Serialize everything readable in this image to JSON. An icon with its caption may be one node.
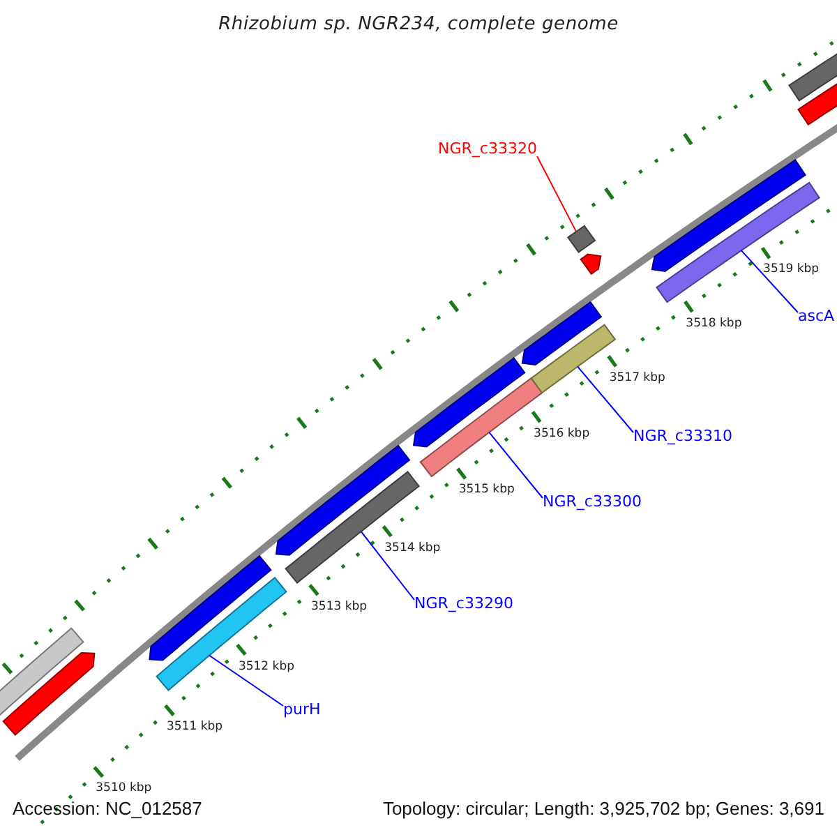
{
  "diagram": {
    "title": "Rhizobium sp. NGR234, complete genome",
    "nodes": [
      {
        "text": [
          "NGR_c33320"
        ]
      },
      {
        "text": [
          "ascA"
        ]
      },
      {
        "text": [
          "NGR_c33310"
        ]
      },
      {
        "text": [
          "NGR_c33300"
        ]
      },
      {
        "text": [
          "NGR_c33290"
        ]
      },
      {
        "text": [
          "purH"
        ]
      },
      {
        "text": [],
        "shape": "bar"
      },
      {
        "text": [],
        "shape": "bar"
      },
      {
        "text": [],
        "shape": "bar"
      },
      {
        "text": [],
        "shape": "bar"
      },
      {
        "text": [],
        "shape": "box"
      },
      {
        "text": [],
        "shape": "bar"
      }
    ],
    "edges": [
      {
        "from": 0,
        "to": 10,
        "arrow": "none",
        "color": "#ff0000"
      },
      {
        "from": 1,
        "to": 11,
        "arrow": "none"
      },
      {
        "from": 2,
        "to": 9,
        "arrow": "none"
      },
      {
        "from": 3,
        "to": 8,
        "arrow": "none"
      },
      {
        "from": 4,
        "to": 7,
        "arrow": "none"
      },
      {
        "from": 5,
        "to": 6,
        "arrow": "none"
      }
    ],
    "labels": [
      "3519 kbp",
      "3518 kbp",
      "3517 kbp",
      "3516 kbp",
      "3515 kbp",
      "3514 kbp",
      "3513 kbp",
      "3512 kbp",
      "3511 kbp",
      "3510 kbp",
      "Accession: NC_012587",
      "Topology: circular; Length: 3,925,702 bp; Genes: 3,691"
    ]
  }
}
